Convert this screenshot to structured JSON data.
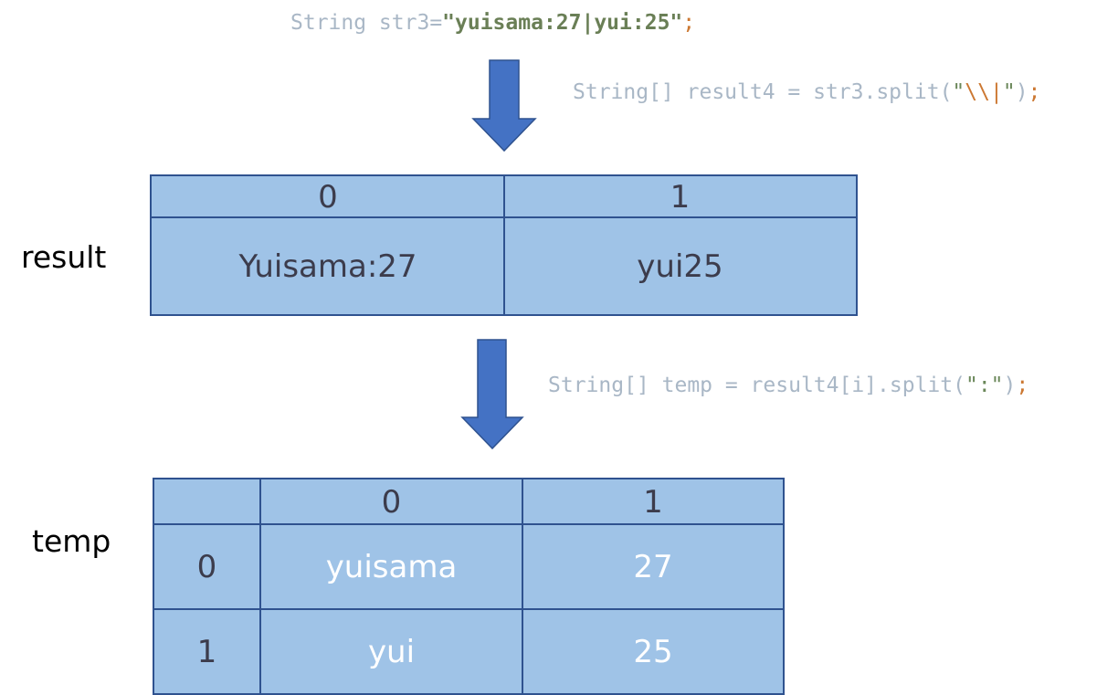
{
  "code": {
    "line1": {
      "prefix": "String str3=",
      "string": "\"yuisama:27|yui:25\"",
      "semi": ";"
    },
    "line2": {
      "prefix": "String[] result4 = str3.split(",
      "q1": "\"",
      "esc": "\\\\|",
      "q2": "\"",
      "suffix": ")",
      "semi": ";"
    },
    "line3": {
      "prefix": "String[] temp = result4[i].split(",
      "string": "\":\"",
      "suffix": ")",
      "semi": ";"
    }
  },
  "result": {
    "label": "result",
    "headers": [
      "0",
      "1"
    ],
    "values": [
      "Yuisama:27",
      "yui25"
    ]
  },
  "temp": {
    "label": "temp",
    "col_headers": [
      "0",
      "1"
    ],
    "rows": [
      {
        "index": "0",
        "cells": [
          "yuisama",
          "27"
        ]
      },
      {
        "index": "1",
        "cells": [
          "yui",
          "25"
        ]
      }
    ]
  },
  "colors": {
    "cell_fill": "#9fc3e7",
    "border": "#2f528f",
    "arrow_fill": "#4472c4",
    "code_default": "#a9b7c6",
    "code_string": "#6a8759",
    "code_punct": "#cc7832"
  }
}
